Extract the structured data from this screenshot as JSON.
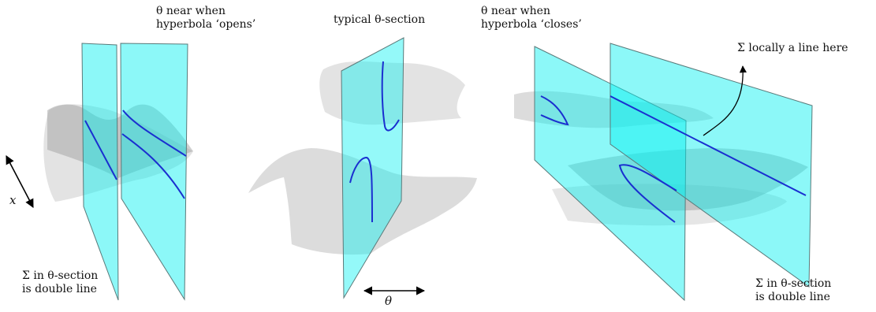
{
  "labels": {
    "opens_line1": "θ near when",
    "opens_line2": "hyperbola ‘opens’",
    "typical": "typical θ-section",
    "closes_line1": "θ near when",
    "closes_line2": "hyperbola ‘closes’",
    "sigma_line": "Σ locally a line here",
    "left_double_line1": "Σ in θ-section",
    "left_double_line2": "is double line",
    "right_double_line1": "Σ in θ-section",
    "right_double_line2": "is double line",
    "x_axis": "x",
    "theta_axis": "θ"
  },
  "colors": {
    "plane_fill": "#00f0f0",
    "plane_stroke": "#5a7a7a",
    "surface": "#9a9a9a",
    "curve": "#1a2fd0",
    "arrow": "#000000"
  }
}
